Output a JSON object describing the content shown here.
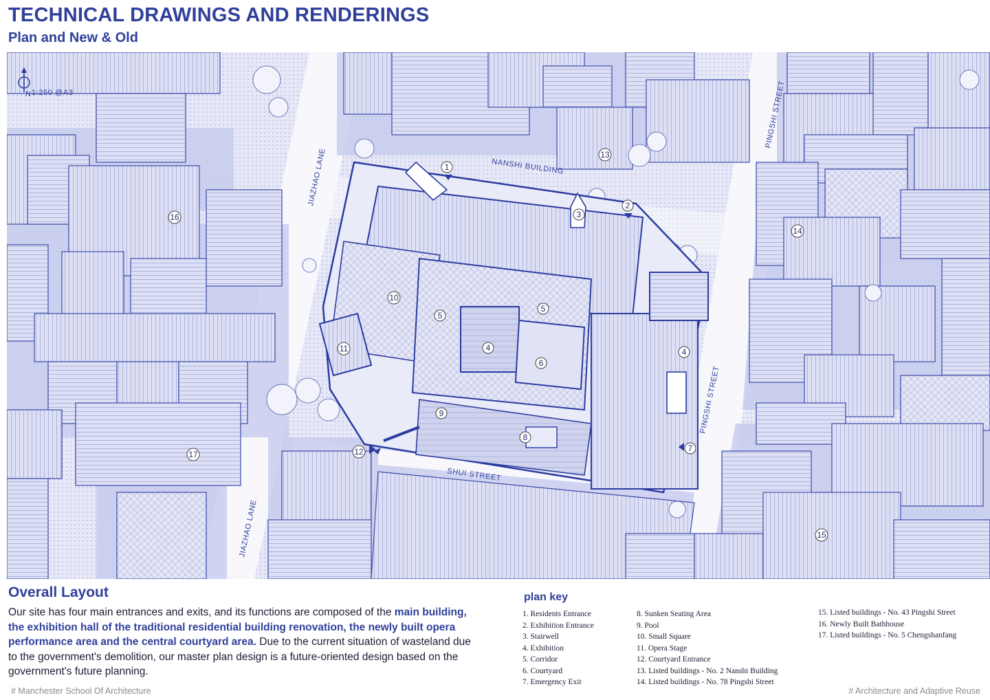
{
  "header": {
    "title": "TECHNICAL DRAWINGS AND RENDERINGS",
    "subtitle": "Plan and New & Old"
  },
  "plan": {
    "scale": "1:250 @A3",
    "north": "N",
    "streets": {
      "jiazhao_upper": "JIAZHAO LANE",
      "jiazhao_lower": "JIAZHAO LANE",
      "nanshi": "NANSHI BUILDING",
      "pingshi_upper": "PINGSHI STREET",
      "pingshi_lower": "PINGSHI STREET",
      "shui": "SHUI STREET"
    },
    "numbers": {
      "n1": "1",
      "n2": "2",
      "n3": "3",
      "n4a": "4",
      "n4b": "4",
      "n5a": "5",
      "n5b": "5",
      "n6": "6",
      "n7": "7",
      "n8": "8",
      "n9": "9",
      "n10": "10",
      "n11": "11",
      "n12": "12",
      "n13": "13",
      "n14": "14",
      "n15": "15",
      "n16": "16",
      "n17": "17"
    }
  },
  "layout_section": {
    "heading": "Overall Layout",
    "text_1": "Our site has four main entrances and exits, and its functions are composed of the ",
    "highlight": "main building, the exhibition hall of the traditional residential building renovation, the newly built opera performance area and the central courtyard area.",
    "text_2": " Due to the current situation of wasteland due to the government's demolition, our master plan design is a future-oriented design based on the government's future planning."
  },
  "plan_key": {
    "title": "plan key",
    "col1": [
      "1. Residents Entrance",
      "2. Exhibition Entrance",
      "3. Stairwell",
      "4. Exhibition",
      "5. Corridor",
      "6. Courtyard",
      "7. Emergency Exit"
    ],
    "col2": [
      "8. Sunken Seating Area",
      "9. Pool",
      "10. Small Square",
      "11. Opera Stage",
      "12. Courtyard Entrance",
      "13. Listed buildings - No. 2 Nanshi Building",
      "14. Listed buildings - No. 78 Pingshi Street"
    ],
    "col3": [
      "15. Listed buildings - No. 43 Pingshi Street",
      "16. Newly Built Bathhouse",
      "17. Listed buildings - No. 5 Chengshanfang"
    ]
  },
  "footer": {
    "left": "# Manchester School Of Architecture",
    "right": "# Architecture and Adaptive Reuse"
  },
  "colors": {
    "primary": "#2f3f9a",
    "roof": "#d9dcf2",
    "shadow": "#c3c8ec",
    "line": "#3b4aa8"
  }
}
